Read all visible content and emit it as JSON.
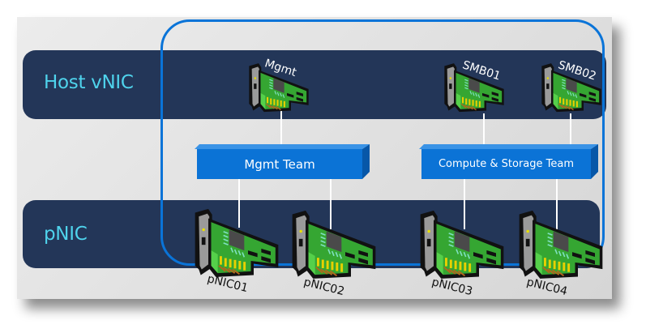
{
  "diagram": {
    "rows": {
      "host": {
        "label": "Host vNIC"
      },
      "physical": {
        "label": "pNIC"
      }
    },
    "teams": [
      {
        "label": "Mgmt Team"
      },
      {
        "label": "Compute & Storage Team"
      }
    ],
    "host_vnics": [
      {
        "label": "Mgmt",
        "team": "Mgmt Team"
      },
      {
        "label": "SMB01",
        "team": "Compute & Storage Team"
      },
      {
        "label": "SMB02",
        "team": "Compute & Storage Team"
      }
    ],
    "pnics": [
      {
        "label": "pNIC01",
        "team": "Mgmt Team"
      },
      {
        "label": "pNIC02",
        "team": "Mgmt Team"
      },
      {
        "label": "pNIC03",
        "team": "Compute & Storage Team"
      },
      {
        "label": "pNIC04",
        "team": "Compute & Storage Team"
      }
    ],
    "colors": {
      "band": "#233658",
      "band_label": "#4fd3ec",
      "team_box": "#0b73d6",
      "switch_outline": "#0a74d8",
      "connector": "#ffffff",
      "nic_board": "#33a532"
    }
  }
}
